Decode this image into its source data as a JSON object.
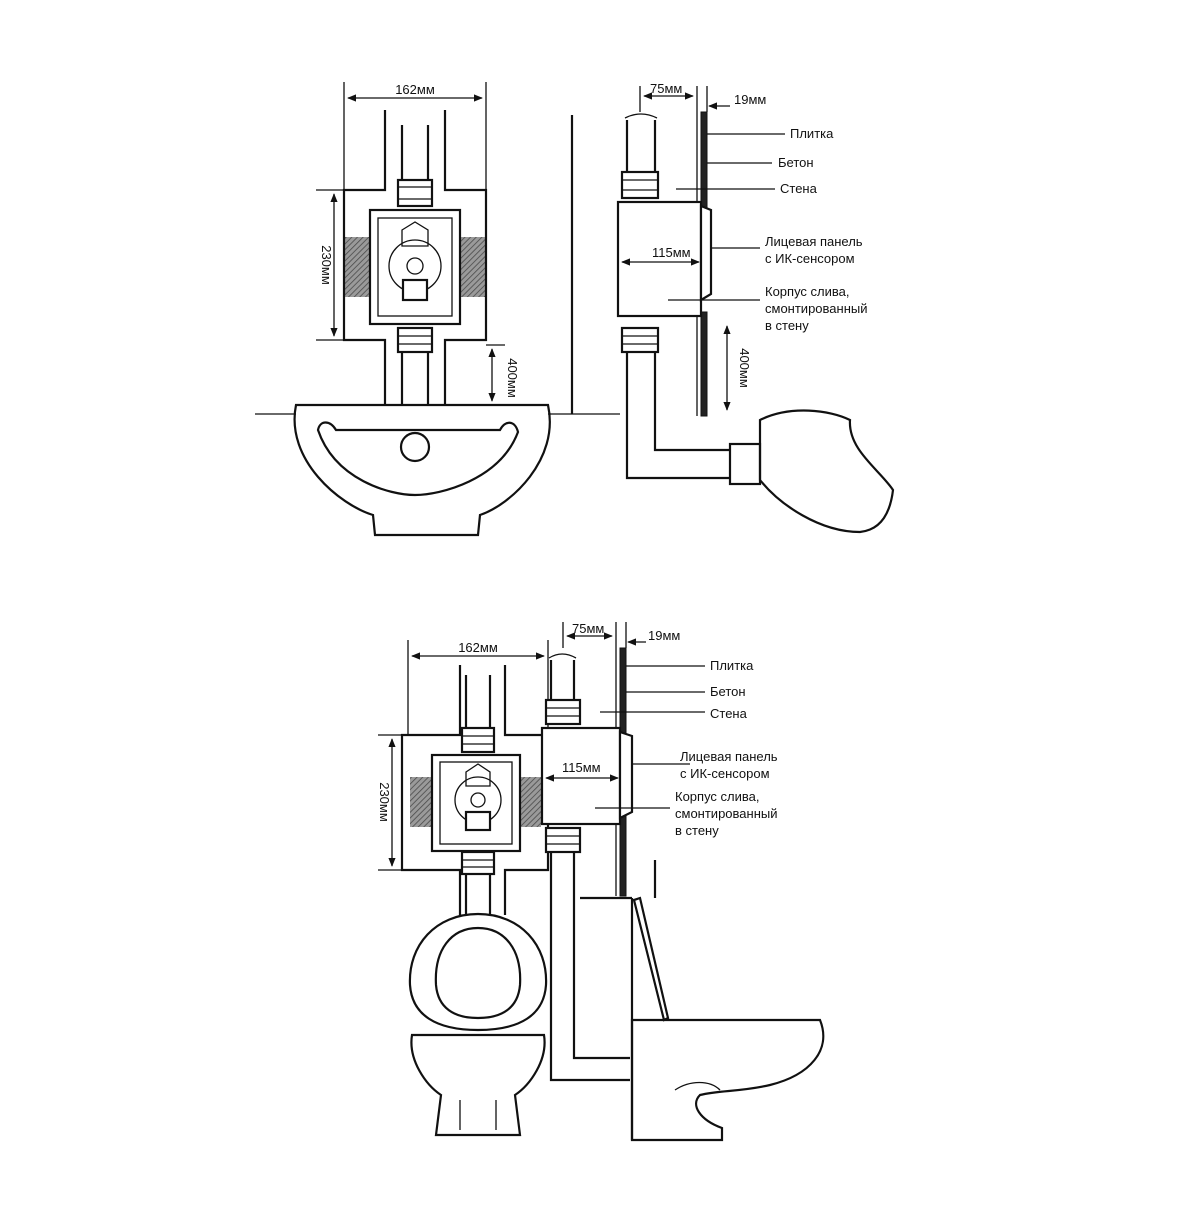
{
  "diagrams": [
    {
      "id": "basin",
      "dimensions": {
        "width_front": "162мм",
        "height_box": "230мм",
        "height_above_basin": "400мм",
        "depth_pipe": "75мм",
        "depth_tile": "19мм",
        "depth_box": "115мм",
        "height_side": "400мм"
      },
      "labels": {
        "tile": "Плитка",
        "concrete": "Бетон",
        "wall": "Стена",
        "panel_line1": "Лицевая панель",
        "panel_line2": "с ИК-сенсором",
        "body_line1": "Корпус слива,",
        "body_line2": "смонтированный",
        "body_line3": "в стену"
      }
    },
    {
      "id": "toilet",
      "dimensions": {
        "width_front": "162мм",
        "height_box": "230мм",
        "depth_pipe": "75мм",
        "depth_tile": "19мм",
        "depth_box": "115мм"
      },
      "labels": {
        "tile": "Плитка",
        "concrete": "Бетон",
        "wall": "Стена",
        "panel_line1": "Лицевая панель",
        "panel_line2": "с ИК-сенсором",
        "body_line1": "Корпус слива,",
        "body_line2": "смонтированный",
        "body_line3": "в стену"
      }
    }
  ]
}
